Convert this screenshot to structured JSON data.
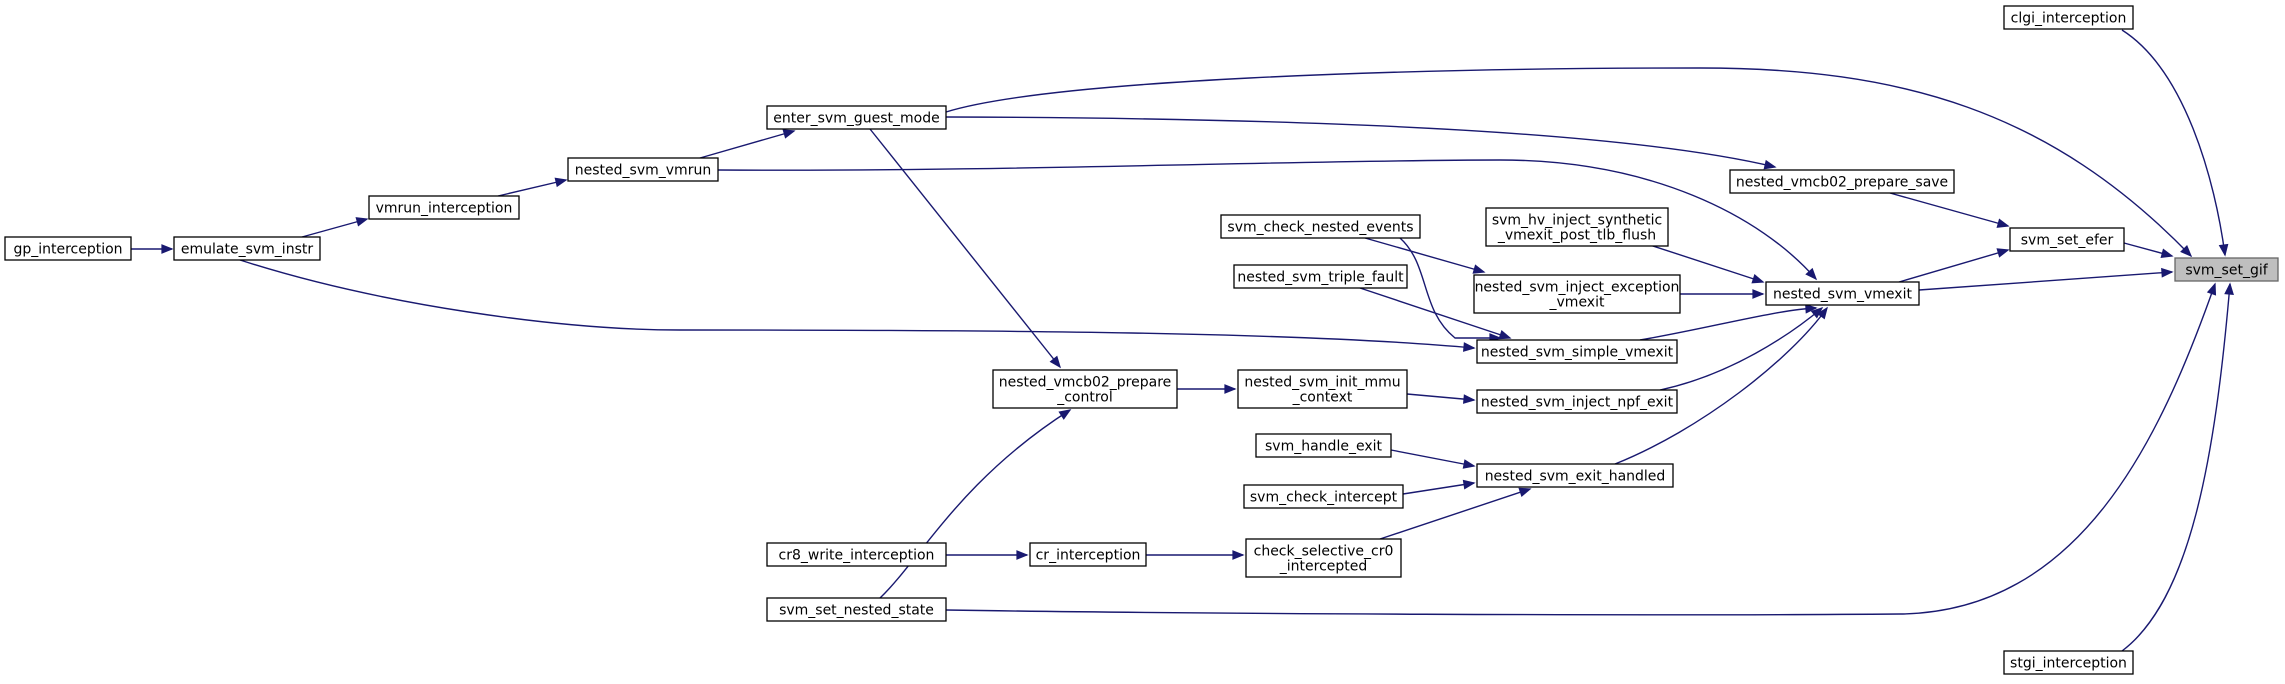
{
  "graph": {
    "root": "svm_set_gif",
    "colors": {
      "edge": "#191970",
      "root_fill": "#bfbfbf",
      "node_fill": "#ffffff",
      "node_border": "#000000"
    },
    "nodes": [
      {
        "id": "svm_set_gif",
        "lines": [
          "svm_set_gif"
        ]
      },
      {
        "id": "clgi_interception",
        "lines": [
          "clgi_interception"
        ]
      },
      {
        "id": "stgi_interception",
        "lines": [
          "stgi_interception"
        ]
      },
      {
        "id": "svm_set_efer",
        "lines": [
          "svm_set_efer"
        ]
      },
      {
        "id": "nested_svm_vmexit",
        "lines": [
          "nested_svm_vmexit"
        ]
      },
      {
        "id": "nested_vmcb02_prepare_save",
        "lines": [
          "nested_vmcb02_prepare_save"
        ]
      },
      {
        "id": "enter_svm_guest_mode",
        "lines": [
          "enter_svm_guest_mode"
        ]
      },
      {
        "id": "nested_svm_vmrun",
        "lines": [
          "nested_svm_vmrun"
        ]
      },
      {
        "id": "vmrun_interception",
        "lines": [
          "vmrun_interception"
        ]
      },
      {
        "id": "emulate_svm_instr",
        "lines": [
          "emulate_svm_instr"
        ]
      },
      {
        "id": "gp_interception",
        "lines": [
          "gp_interception"
        ]
      },
      {
        "id": "svm_hv_inject_synthetic_vmexit_post_tlb_flush",
        "lines": [
          "svm_hv_inject_synthetic",
          "_vmexit_post_tlb_flush"
        ]
      },
      {
        "id": "svm_check_nested_events",
        "lines": [
          "svm_check_nested_events"
        ]
      },
      {
        "id": "nested_svm_inject_exception_vmexit",
        "lines": [
          "nested_svm_inject_exception",
          "_vmexit"
        ]
      },
      {
        "id": "nested_svm_triple_fault",
        "lines": [
          "nested_svm_triple_fault"
        ]
      },
      {
        "id": "nested_svm_simple_vmexit",
        "lines": [
          "nested_svm_simple_vmexit"
        ]
      },
      {
        "id": "nested_svm_inject_npf_exit",
        "lines": [
          "nested_svm_inject_npf_exit"
        ]
      },
      {
        "id": "nested_svm_init_mmu_context",
        "lines": [
          "nested_svm_init_mmu",
          "_context"
        ]
      },
      {
        "id": "nested_vmcb02_prepare_control",
        "lines": [
          "nested_vmcb02_prepare",
          "_control"
        ]
      },
      {
        "id": "nested_svm_exit_handled",
        "lines": [
          "nested_svm_exit_handled"
        ]
      },
      {
        "id": "svm_handle_exit",
        "lines": [
          "svm_handle_exit"
        ]
      },
      {
        "id": "svm_check_intercept",
        "lines": [
          "svm_check_intercept"
        ]
      },
      {
        "id": "check_selective_cr0_intercepted",
        "lines": [
          "check_selective_cr0",
          "_intercepted"
        ]
      },
      {
        "id": "cr_interception",
        "lines": [
          "cr_interception"
        ]
      },
      {
        "id": "cr8_write_interception",
        "lines": [
          "cr8_write_interception"
        ]
      },
      {
        "id": "svm_set_nested_state",
        "lines": [
          "svm_set_nested_state"
        ]
      }
    ],
    "edges": [
      {
        "from": "clgi_interception",
        "to": "svm_set_gif"
      },
      {
        "from": "enter_svm_guest_mode",
        "to": "svm_set_gif"
      },
      {
        "from": "svm_set_efer",
        "to": "svm_set_gif"
      },
      {
        "from": "nested_svm_vmexit",
        "to": "svm_set_gif"
      },
      {
        "from": "svm_set_nested_state",
        "to": "svm_set_gif"
      },
      {
        "from": "stgi_interception",
        "to": "svm_set_gif"
      },
      {
        "from": "nested_vmcb02_prepare_save",
        "to": "svm_set_efer"
      },
      {
        "from": "nested_svm_vmexit",
        "to": "svm_set_efer"
      },
      {
        "from": "enter_svm_guest_mode",
        "to": "nested_vmcb02_prepare_save"
      },
      {
        "from": "nested_svm_vmrun",
        "to": "enter_svm_guest_mode"
      },
      {
        "from": "vmrun_interception",
        "to": "nested_svm_vmrun"
      },
      {
        "from": "emulate_svm_instr",
        "to": "vmrun_interception"
      },
      {
        "from": "gp_interception",
        "to": "emulate_svm_instr"
      },
      {
        "from": "nested_svm_vmrun",
        "to": "nested_svm_vmexit"
      },
      {
        "from": "svm_hv_inject_synthetic_vmexit_post_tlb_flush",
        "to": "nested_svm_vmexit"
      },
      {
        "from": "nested_svm_inject_exception_vmexit",
        "to": "nested_svm_vmexit"
      },
      {
        "from": "nested_svm_simple_vmexit",
        "to": "nested_svm_vmexit"
      },
      {
        "from": "nested_svm_inject_npf_exit",
        "to": "nested_svm_vmexit"
      },
      {
        "from": "nested_svm_exit_handled",
        "to": "nested_svm_vmexit"
      },
      {
        "from": "svm_check_nested_events",
        "to": "nested_svm_inject_exception_vmexit"
      },
      {
        "from": "svm_check_nested_events",
        "to": "nested_svm_simple_vmexit"
      },
      {
        "from": "nested_svm_triple_fault",
        "to": "nested_svm_simple_vmexit"
      },
      {
        "from": "emulate_svm_instr",
        "to": "nested_svm_simple_vmexit"
      },
      {
        "from": "nested_svm_init_mmu_context",
        "to": "nested_svm_inject_npf_exit"
      },
      {
        "from": "nested_vmcb02_prepare_control",
        "to": "nested_svm_init_mmu_context"
      },
      {
        "from": "enter_svm_guest_mode",
        "to": "nested_vmcb02_prepare_control"
      },
      {
        "from": "svm_set_nested_state",
        "to": "nested_vmcb02_prepare_control"
      },
      {
        "from": "svm_handle_exit",
        "to": "nested_svm_exit_handled"
      },
      {
        "from": "svm_check_intercept",
        "to": "nested_svm_exit_handled"
      },
      {
        "from": "check_selective_cr0_intercepted",
        "to": "nested_svm_exit_handled"
      },
      {
        "from": "cr_interception",
        "to": "check_selective_cr0_intercepted"
      },
      {
        "from": "cr8_write_interception",
        "to": "cr_interception"
      }
    ]
  }
}
